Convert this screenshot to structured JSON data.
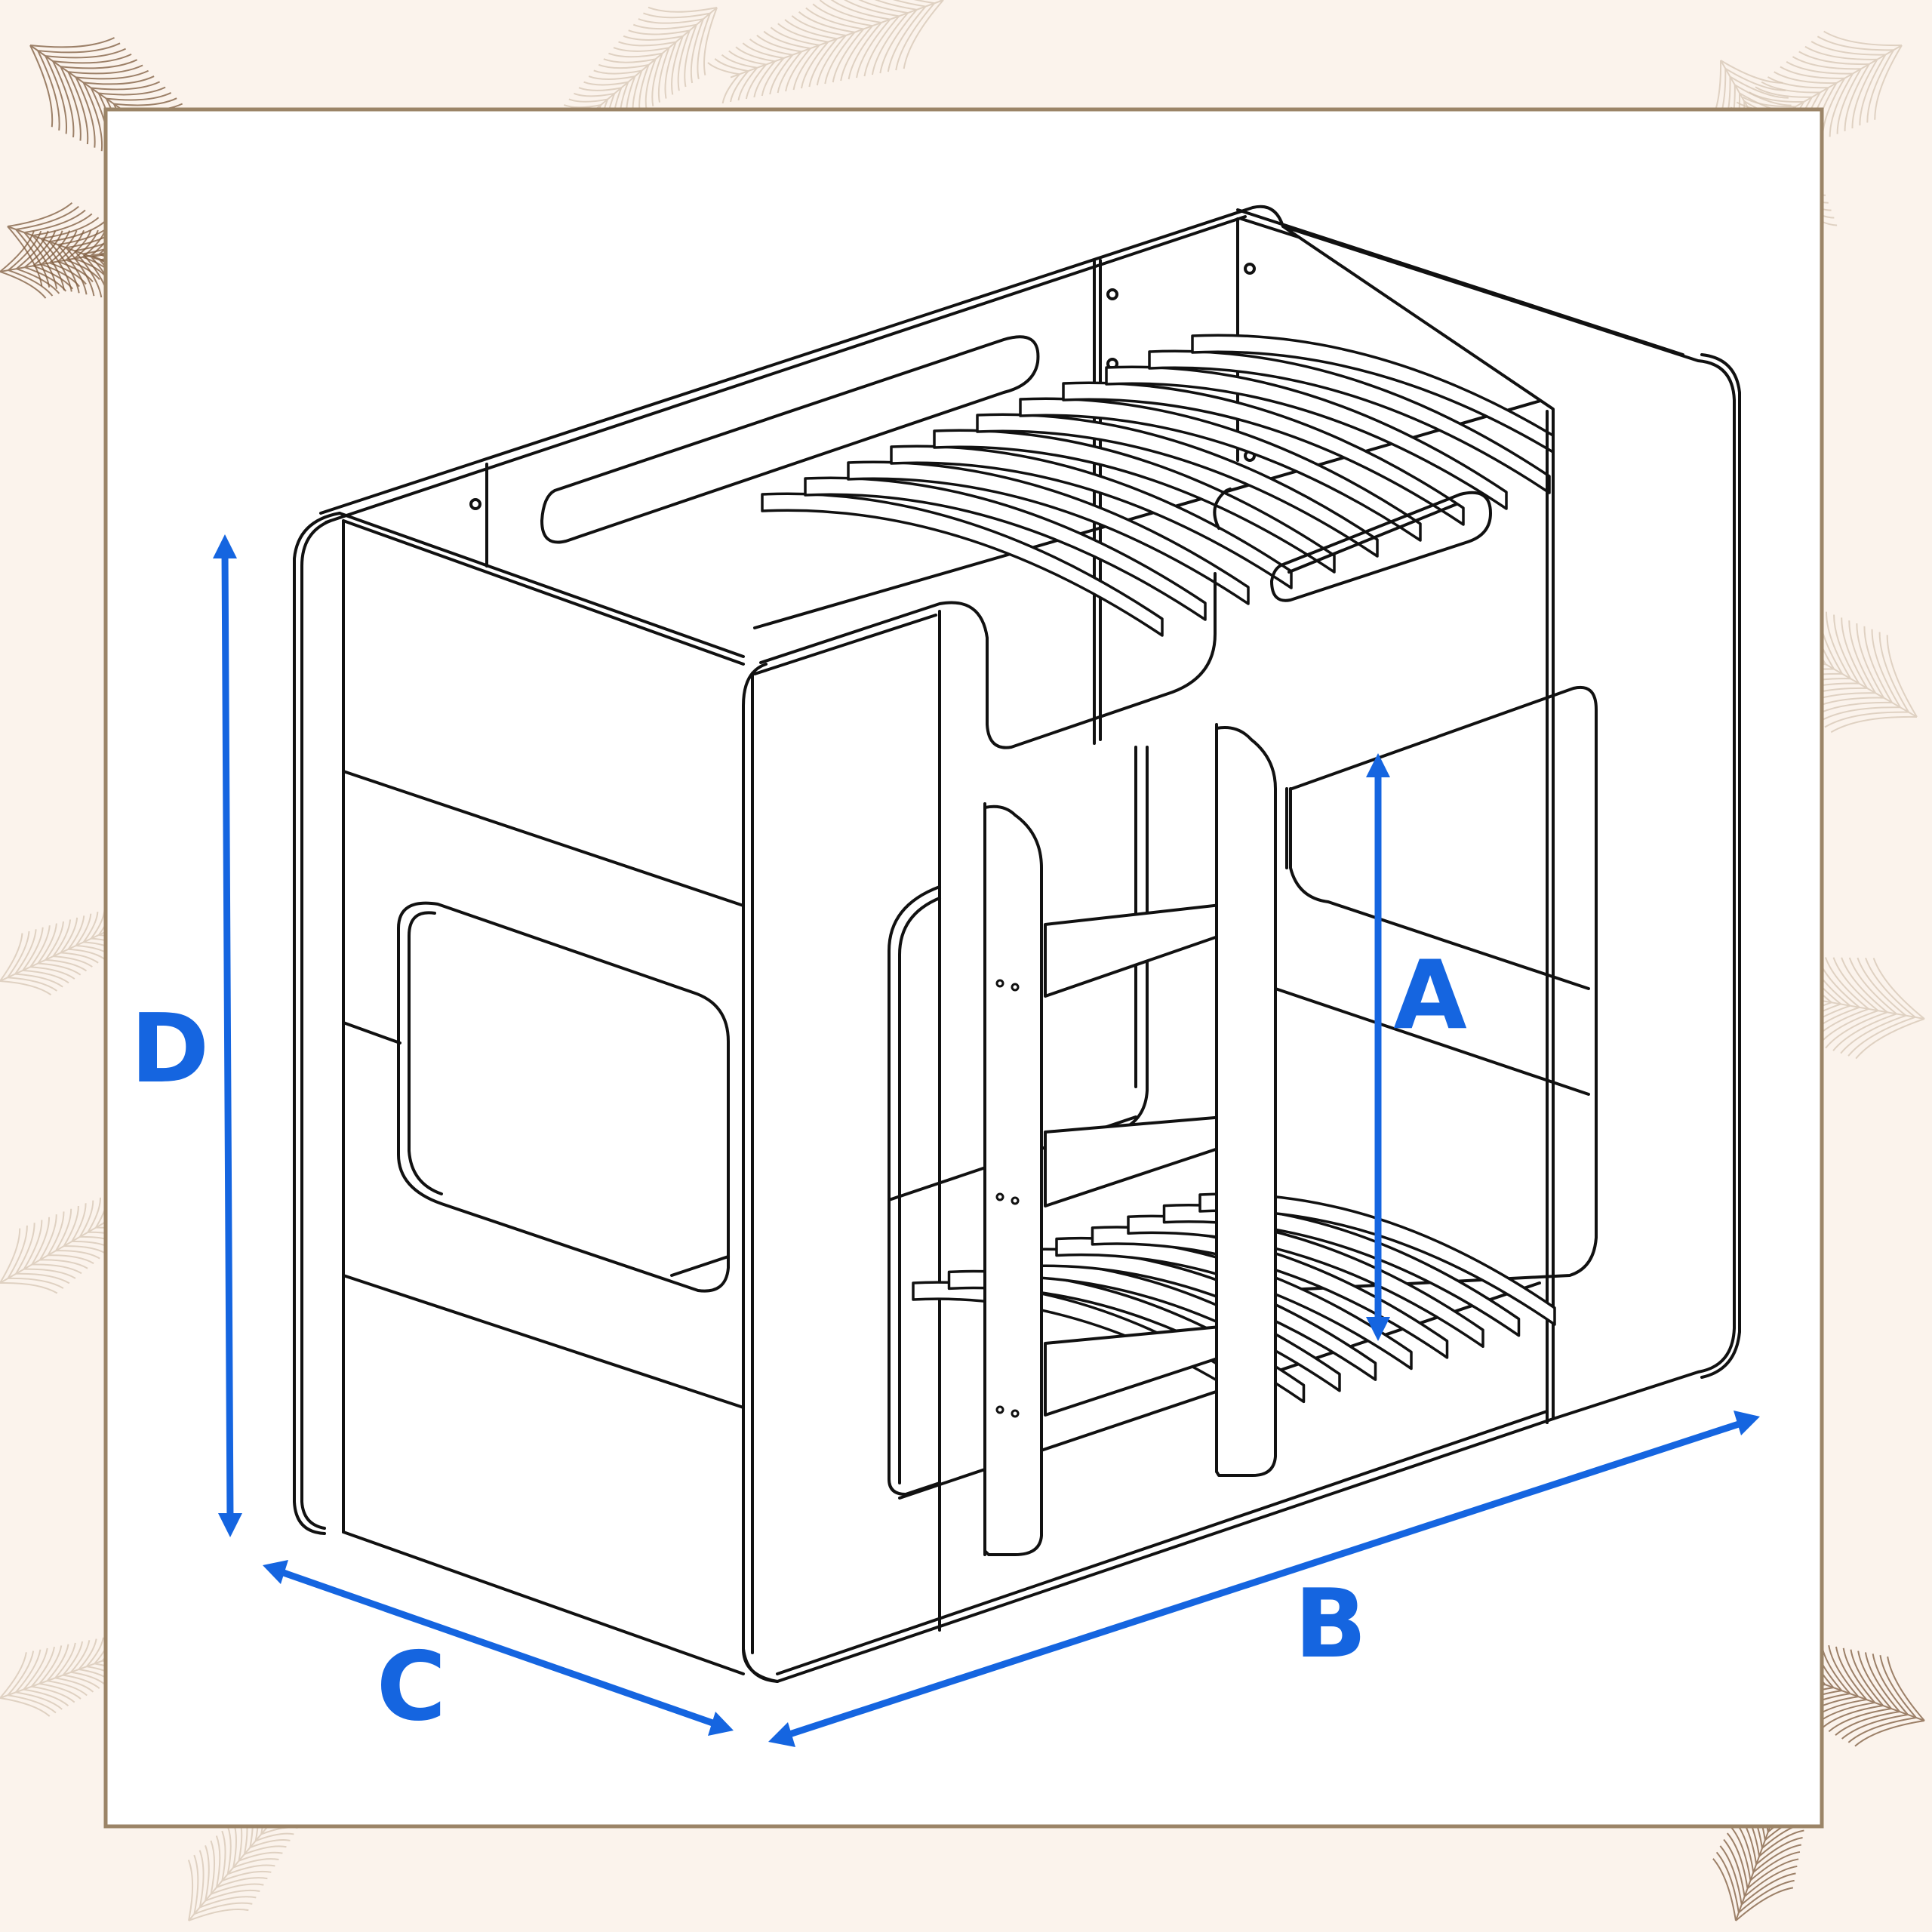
{
  "colors": {
    "background": "#fbf3ec",
    "panel": "#ffffff",
    "frame_border": "#9b8467",
    "line_art": "#111111",
    "dimension": "#1565e0",
    "fern_dark": "#7d5a3c",
    "fern_light": "#d6c6b4"
  },
  "diagram": {
    "subject": "bunk-bed",
    "labels": {
      "A": "A",
      "B": "B",
      "C": "C",
      "D": "D"
    }
  }
}
